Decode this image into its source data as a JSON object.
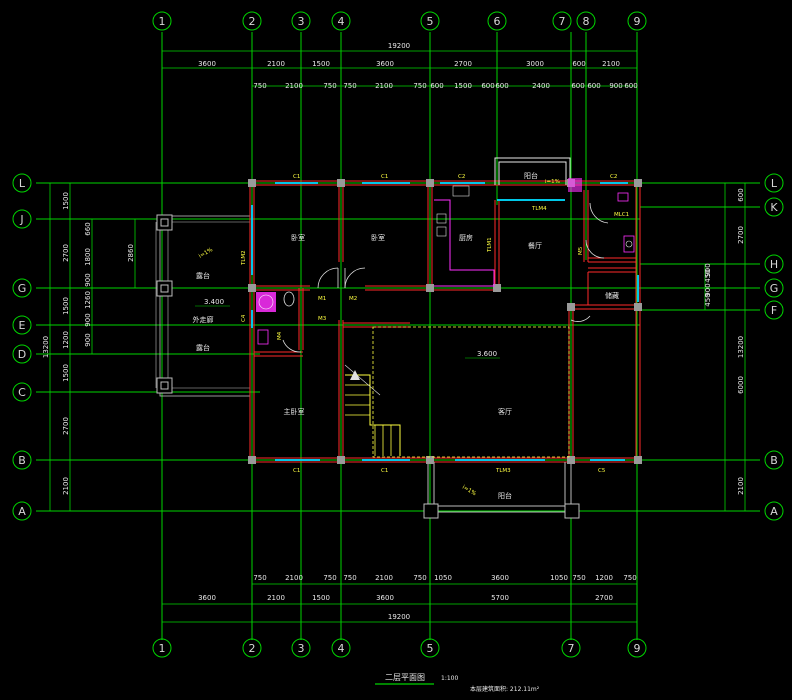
{
  "title": "二层平面图",
  "scale": "1:100",
  "area_note": "本层建筑面积: 212.11m²",
  "col_axes": [
    "1",
    "2",
    "3",
    "4",
    "5",
    "6",
    "7",
    "8",
    "9"
  ],
  "row_axes_left": [
    "L",
    "J",
    "G",
    "E",
    "D",
    "C",
    "B",
    "A"
  ],
  "row_axes_right": [
    "L",
    "K",
    "H",
    "G",
    "F",
    "B",
    "A"
  ],
  "dims_top_total": "19200",
  "dims_top_row2": [
    "3600",
    "2100",
    "1500",
    "3600",
    "2700",
    "3000",
    "600",
    "2100"
  ],
  "dims_top_row3": [
    "750",
    "2100",
    "750",
    "750",
    "2100",
    "750",
    "600",
    "1500",
    "600",
    "600",
    "2400",
    "600",
    "600",
    "900",
    "600"
  ],
  "dims_bottom_row1": [
    "750",
    "2100",
    "750",
    "750",
    "2100",
    "750",
    "1050",
    "3600",
    "1050",
    "750",
    "1200",
    "750"
  ],
  "dims_bottom_row2": [
    "3600",
    "2100",
    "1500",
    "3600",
    "5700",
    "2700"
  ],
  "dims_bottom_total": "19200",
  "dims_left_outer": [
    "1500",
    "2700",
    "1500",
    "1200",
    "1500",
    "2700",
    "2100"
  ],
  "dims_left_total": "13200",
  "dims_left_inner": [
    "660",
    "1800",
    "900",
    "1260",
    "900",
    "900"
  ],
  "dim_left_stair": "2860",
  "dims_right_outer": [
    "600",
    "2700",
    "6000",
    "2100"
  ],
  "dims_right_total": "13200",
  "dims_right_inner": [
    "450",
    "900",
    "450",
    "900"
  ],
  "rooms": {
    "bedroom1": "卧室",
    "bedroom2": "卧室",
    "kitchen": "厨房",
    "dining": "餐厅",
    "terrace": "露台",
    "corridor": "外走廊",
    "master": "主卧室",
    "living": "客厅",
    "balcony_top": "阳台",
    "balcony_bottom": "阳台",
    "balcony_left": "露台",
    "storage": "储藏"
  },
  "elevations": {
    "corridor": "3.400",
    "living": "3.600"
  },
  "tags": {
    "c1a": "C1",
    "c1b": "C1",
    "c1c": "C1",
    "c1d": "C1",
    "c2": "C2",
    "c2b": "C2",
    "c4": "C4",
    "c5": "C5",
    "tlm2": "TLM2",
    "tlm3": "TLM3",
    "tlm4": "TLM4",
    "m1": "M1",
    "m2": "M2",
    "m3": "M3",
    "m4": "M4",
    "m5": "M5",
    "mlc1": "MLC1",
    "tlm1": "TLM1"
  },
  "slopes": {
    "terrace_slope": "i=1%",
    "balcony_slope": "i=1%",
    "balcony_bottom_slope": "i=1%"
  }
}
